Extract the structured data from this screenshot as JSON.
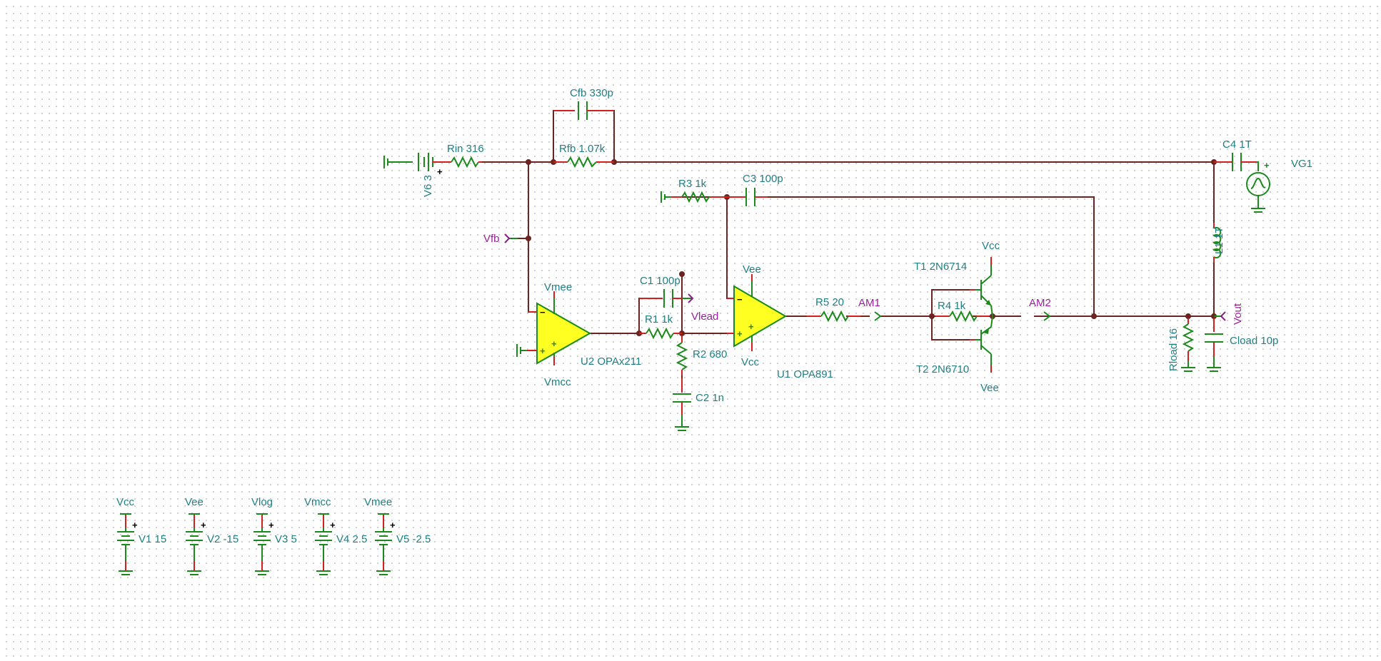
{
  "schematic": {
    "labels": {
      "rin": "Rin 316",
      "cfb": "Cfb 330p",
      "rfb": "Rfb 1.07k",
      "v6": "V6 3",
      "c4": "C4 1T",
      "vg1": "VG1",
      "r3": "R3 1k",
      "c3": "C3 100p",
      "l1": "L1 1T",
      "c1": "C1 100p",
      "r1": "R1 1k",
      "r2": "R2 680",
      "c2": "C2 1n",
      "u2": "U2 OPAx211",
      "u1": "U1 OPA891",
      "r5": "R5 20",
      "r4": "R4 1k",
      "t1": "T1 2N6714",
      "t2": "T2 2N6710",
      "rload": "Rload 16",
      "cload": "Cload 10p",
      "vmee_u2": "Vmee",
      "vmcc_u2": "Vmcc",
      "vee_u1": "Vee",
      "vcc_u1": "Vcc",
      "vcc_t1": "Vcc",
      "vee_t2": "Vee"
    },
    "nets": {
      "vfb": "Vfb",
      "vlead": "Vlead",
      "am1": "AM1",
      "am2": "AM2",
      "vout": "Vout"
    },
    "supplies": [
      {
        "net": "Vcc",
        "name": "V1 15"
      },
      {
        "net": "Vee",
        "name": "V2 -15"
      },
      {
        "net": "Vlog",
        "name": "V3 5"
      },
      {
        "net": "Vmcc",
        "name": "V4 2.5"
      },
      {
        "net": "Vmee",
        "name": "V5 -2.5"
      }
    ],
    "signs": {
      "plus": "+",
      "minus": "−"
    }
  }
}
